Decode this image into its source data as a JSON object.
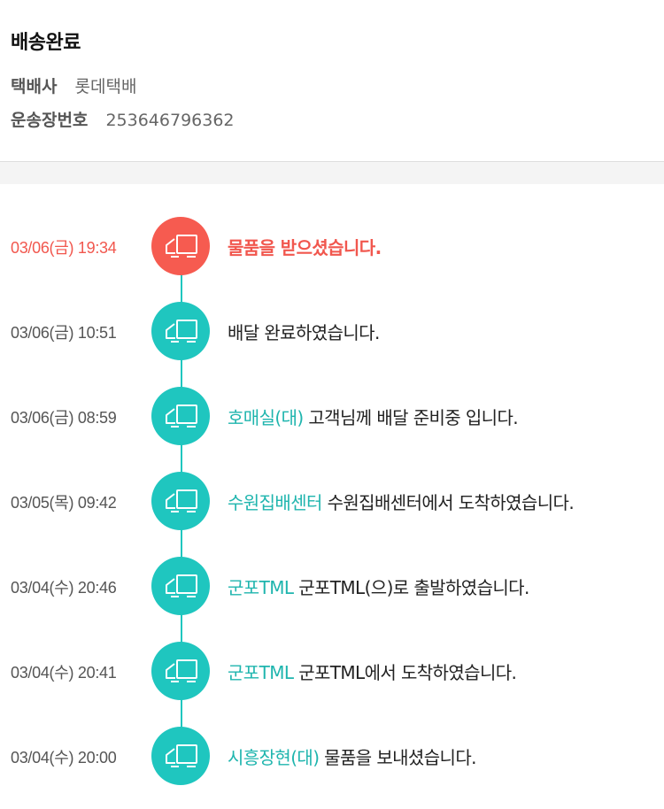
{
  "header": {
    "title": "배송완료",
    "carrier_label": "택배사",
    "carrier_value": "롯데택배",
    "tracking_label": "운송장번호",
    "tracking_value": "253646796362"
  },
  "colors": {
    "accent": "#1fc6bf",
    "highlight": "#f65b50",
    "location_text": "#1fb5ae"
  },
  "events": [
    {
      "date": "03/06(금) 19:34",
      "location": "",
      "message": "물품을 받으셨습니다.",
      "icon": "delivery-truck-icon",
      "highlight": true
    },
    {
      "date": "03/06(금) 10:51",
      "location": "",
      "message": "배달 완료하였습니다.",
      "icon": "delivery-truck-icon",
      "highlight": false
    },
    {
      "date": "03/06(금) 08:59",
      "location": "호매실(대)",
      "message": "고객님께 배달 준비중 입니다.",
      "icon": "delivery-truck-icon",
      "highlight": false
    },
    {
      "date": "03/05(목) 09:42",
      "location": "수원집배센터",
      "message": "수원집배센터에서 도착하였습니다.",
      "icon": "delivery-truck-icon",
      "highlight": false
    },
    {
      "date": "03/04(수) 20:46",
      "location": "군포TML",
      "message": "군포TML(으)로 출발하였습니다.",
      "icon": "delivery-truck-icon",
      "highlight": false
    },
    {
      "date": "03/04(수) 20:41",
      "location": "군포TML",
      "message": "군포TML에서 도착하였습니다.",
      "icon": "delivery-truck-icon",
      "highlight": false
    },
    {
      "date": "03/04(수) 20:00",
      "location": "시흥장현(대)",
      "message": "물품을 보내셨습니다.",
      "icon": "delivery-truck-icon",
      "highlight": false
    }
  ]
}
